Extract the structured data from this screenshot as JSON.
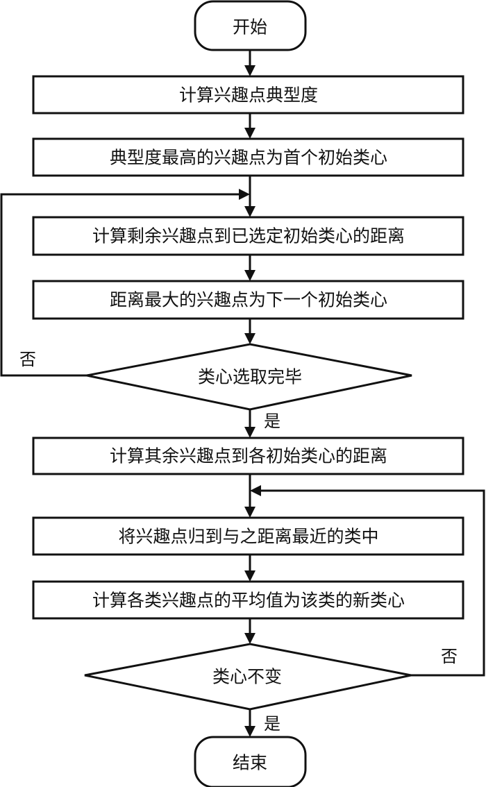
{
  "diagram": {
    "type": "flowchart",
    "nodes": [
      {
        "id": "start",
        "kind": "terminal",
        "label": "开始"
      },
      {
        "id": "s1",
        "kind": "process",
        "label": "计算兴趣点典型度"
      },
      {
        "id": "s2",
        "kind": "process",
        "label": "典型度最高的兴趣点为首个初始类心"
      },
      {
        "id": "s3",
        "kind": "process",
        "label": "计算剩余兴趣点到已选定初始类心的距离"
      },
      {
        "id": "s4",
        "kind": "process",
        "label": "距离最大的兴趣点为下一个初始类心"
      },
      {
        "id": "d1",
        "kind": "decision",
        "label": "类心选取完毕"
      },
      {
        "id": "s5",
        "kind": "process",
        "label": "计算其余兴趣点到各初始类心的距离"
      },
      {
        "id": "s6",
        "kind": "process",
        "label": "将兴趣点归到与之距离最近的类中"
      },
      {
        "id": "s7",
        "kind": "process",
        "label": "计算各类兴趣点的平均值为该类的新类心"
      },
      {
        "id": "d2",
        "kind": "decision",
        "label": "类心不变"
      },
      {
        "id": "end",
        "kind": "terminal",
        "label": "结束"
      }
    ],
    "edges": [
      {
        "from": "start",
        "to": "s1",
        "label": ""
      },
      {
        "from": "s1",
        "to": "s2",
        "label": ""
      },
      {
        "from": "s2",
        "to": "s3",
        "label": ""
      },
      {
        "from": "s3",
        "to": "s4",
        "label": ""
      },
      {
        "from": "s4",
        "to": "d1",
        "label": ""
      },
      {
        "from": "d1",
        "to": "s3",
        "label": "否"
      },
      {
        "from": "d1",
        "to": "s5",
        "label": "是"
      },
      {
        "from": "s5",
        "to": "s6",
        "label": ""
      },
      {
        "from": "s6",
        "to": "s7",
        "label": ""
      },
      {
        "from": "s7",
        "to": "d2",
        "label": ""
      },
      {
        "from": "d2",
        "to": "s6",
        "label": "否"
      },
      {
        "from": "d2",
        "to": "end",
        "label": "是"
      }
    ]
  }
}
